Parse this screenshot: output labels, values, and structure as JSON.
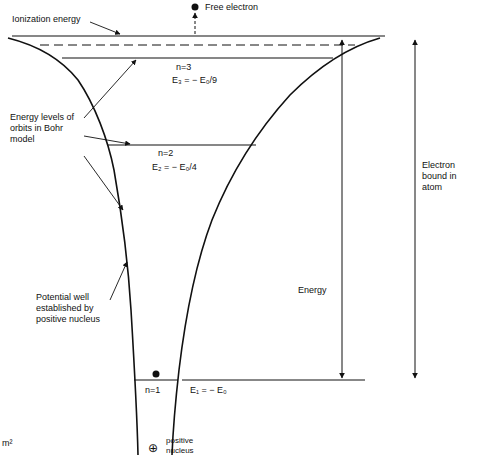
{
  "diagram": {
    "labels": [
      "Free electron",
      "Ionization energy",
      "n=3",
      "E₃ = − E₀/9",
      "Energy levels of orbits in Bohr model",
      "n=2",
      "E₂ = − E₀/4",
      "Electron bound in atom",
      "Energy",
      "Potential well established by positive nucleus",
      "n=1",
      "E₁ = − E₀",
      "⊕",
      "positive nucleus",
      "m²"
    ]
  }
}
